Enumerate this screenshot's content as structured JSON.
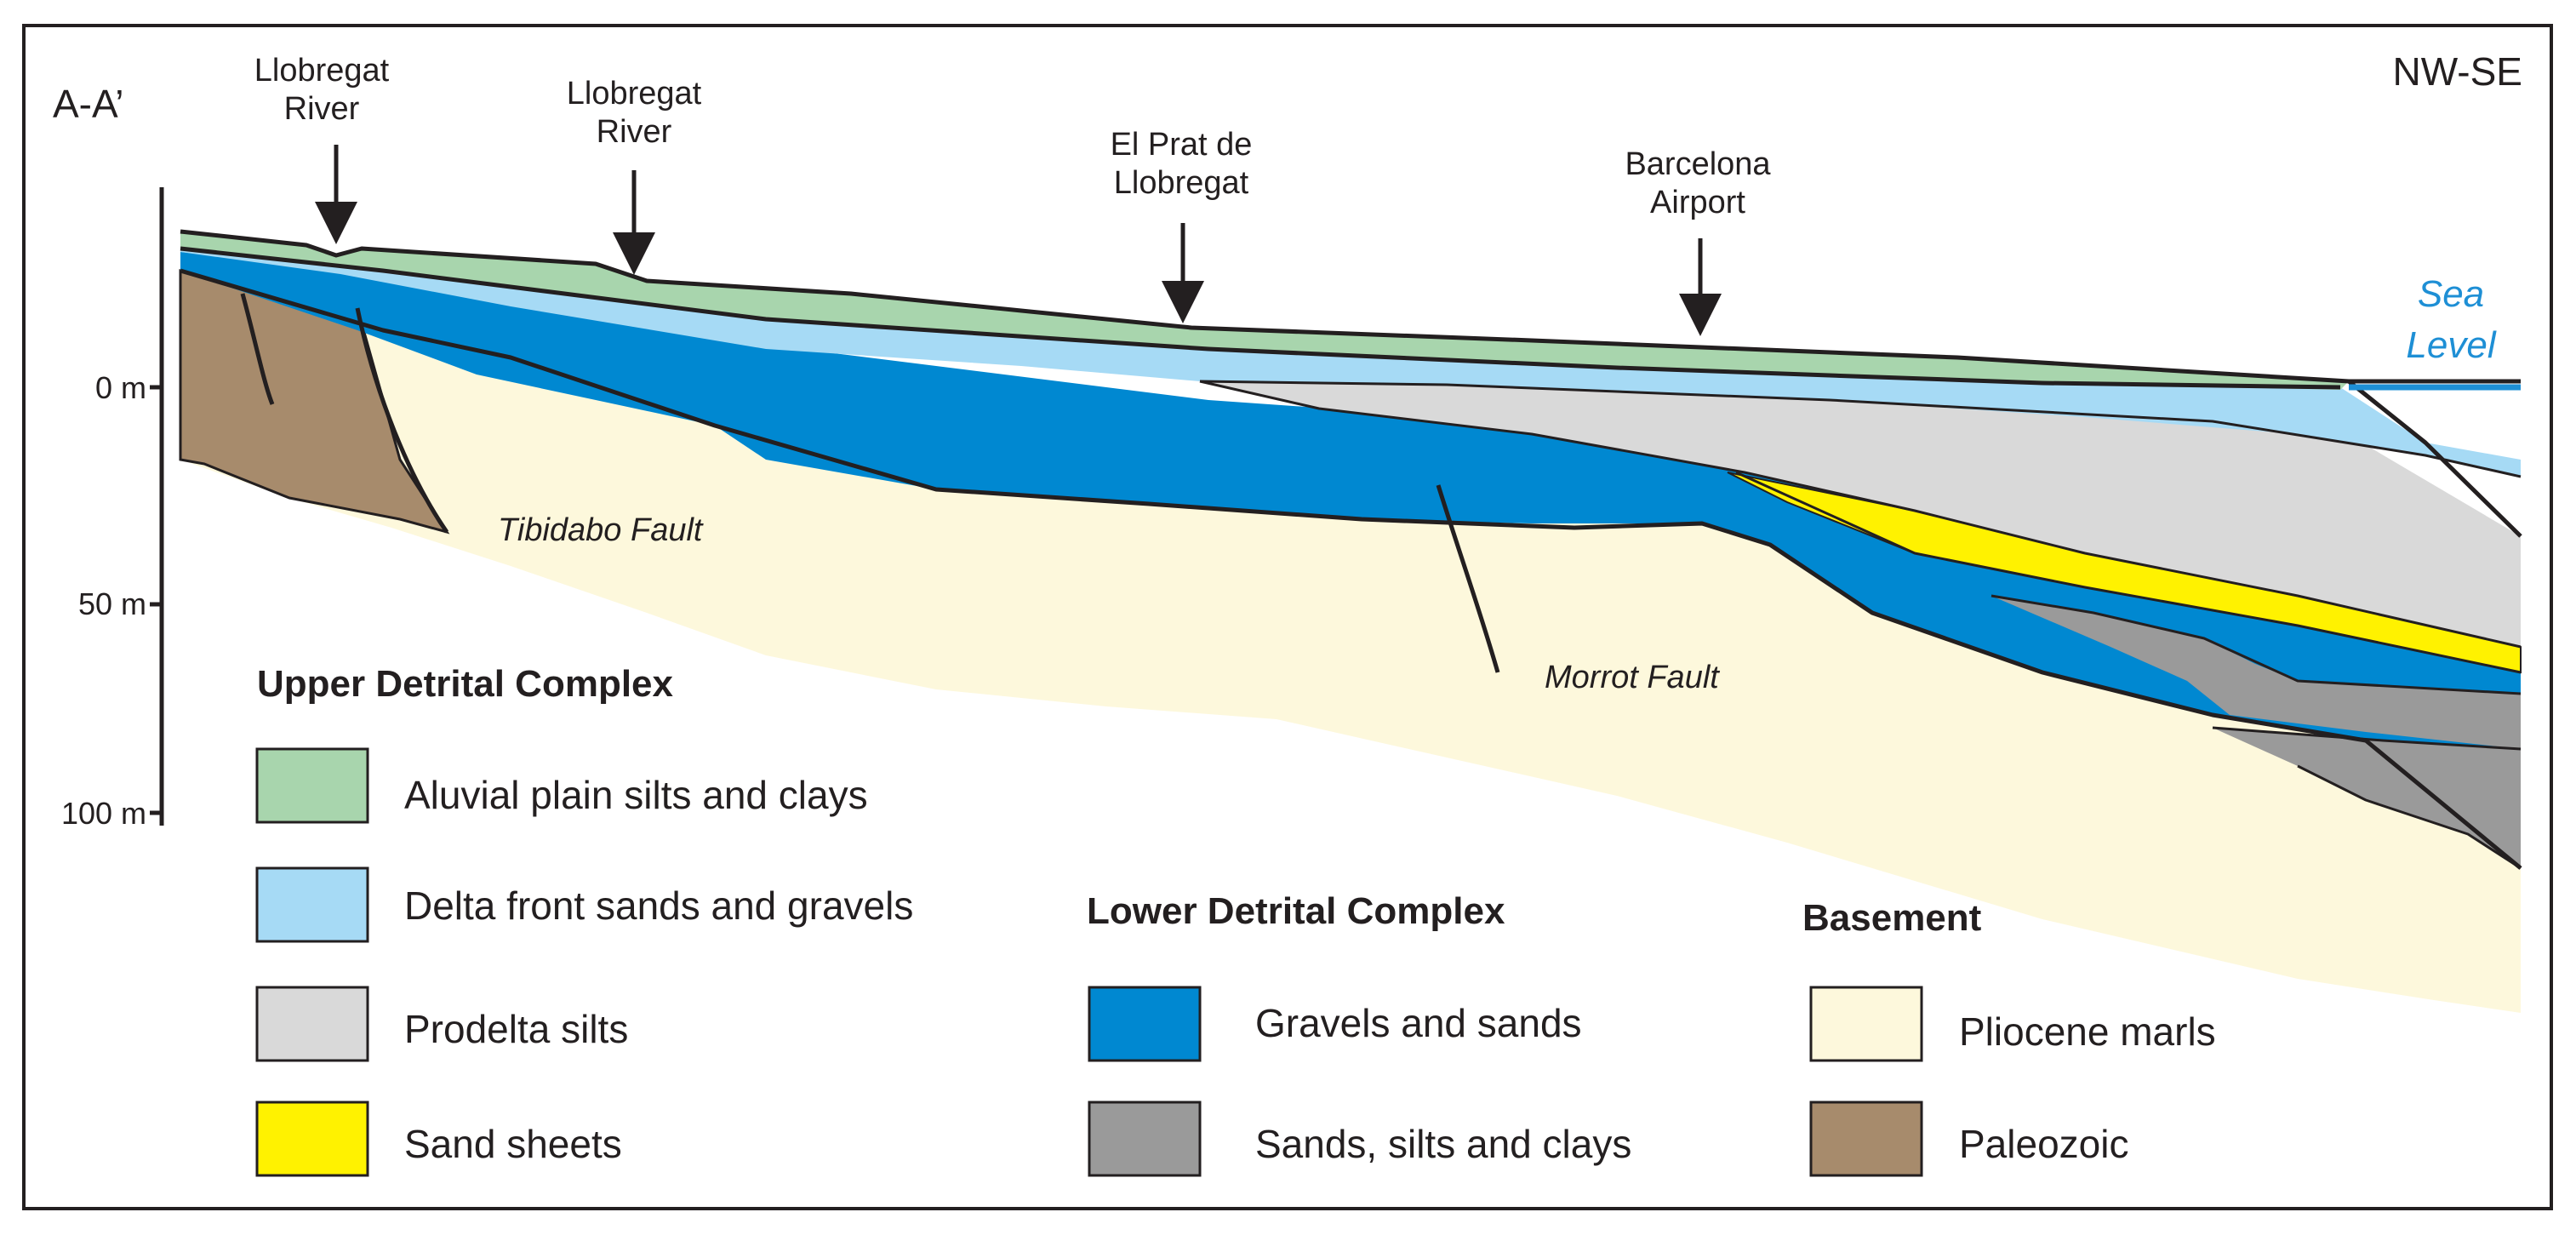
{
  "section_label": "A-A’",
  "orientation": "NW-SE",
  "locations": [
    {
      "line1": "Llobregat",
      "line2": "River"
    },
    {
      "line1": "Llobregat",
      "line2": "River"
    },
    {
      "line1": "El Prat de",
      "line2": "Llobregat"
    },
    {
      "line1": "Barcelona",
      "line2": "Airport"
    }
  ],
  "sea_level": {
    "line1": "Sea",
    "line2": "Level",
    "color": "#1e8fd5"
  },
  "depth_axis": [
    "0 m",
    "50 m",
    "100 m"
  ],
  "faults": [
    "Tibidabo Fault",
    "Morrot Fault"
  ],
  "legend": {
    "upper": {
      "title": "Upper Detrital Complex",
      "items": [
        {
          "label": "Aluvial plain silts and clays",
          "color": "#a8d5ad"
        },
        {
          "label": "Delta front sands and gravels",
          "color": "#a6daf5"
        },
        {
          "label": "Prodelta silts",
          "color": "#d9d9d9"
        },
        {
          "label": "Sand sheets",
          "color": "#fff200"
        }
      ]
    },
    "lower": {
      "title": "Lower Detrital Complex",
      "items": [
        {
          "label": "Gravels and sands",
          "color": "#0088d1"
        },
        {
          "label": "Sands, silts and clays",
          "color": "#9a9a9a"
        }
      ]
    },
    "basement": {
      "title": "Basement",
      "items": [
        {
          "label": "Pliocene marls",
          "color": "#fdf8dc"
        },
        {
          "label": "Paleozoic",
          "color": "#a78b6c"
        }
      ]
    }
  }
}
